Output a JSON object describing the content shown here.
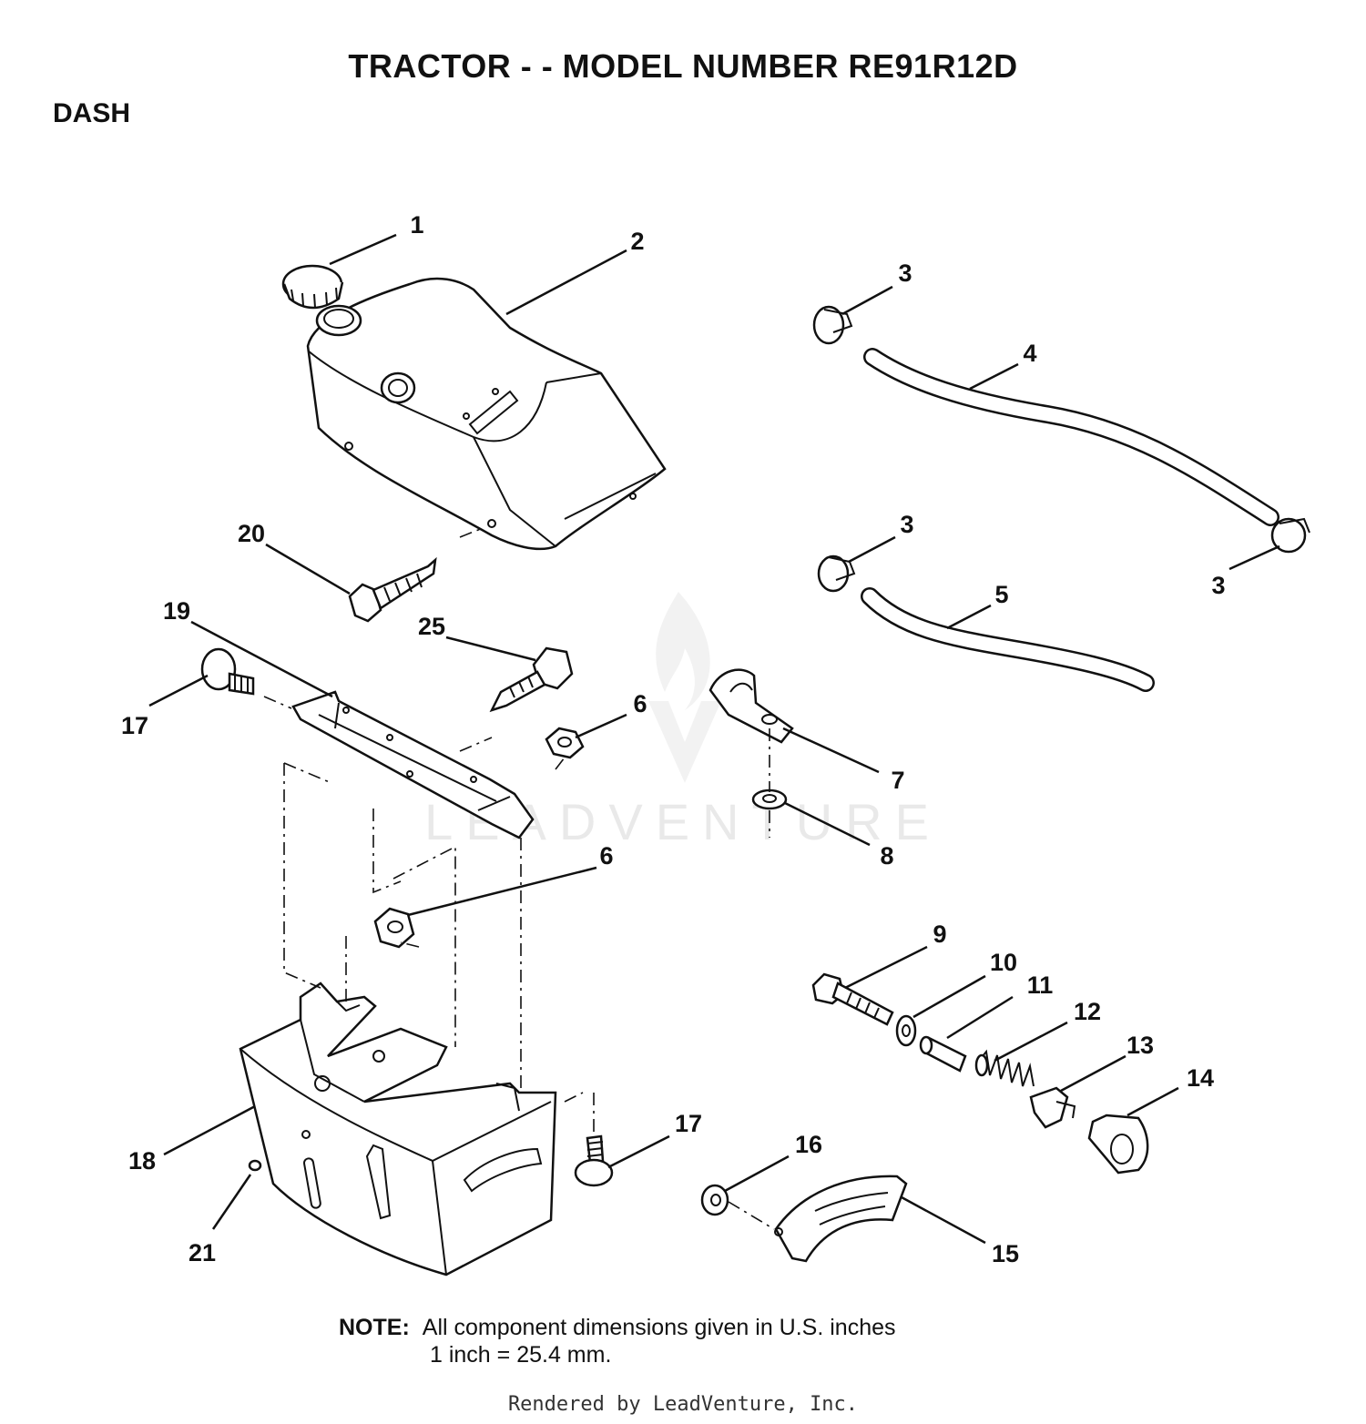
{
  "header": {
    "title": "TRACTOR - - MODEL NUMBER RE91R12D",
    "section": "DASH"
  },
  "watermark": {
    "text": "LEADVENTURE"
  },
  "callouts": [
    {
      "id": "c1",
      "label": "1"
    },
    {
      "id": "c2",
      "label": "2"
    },
    {
      "id": "c3a",
      "label": "3"
    },
    {
      "id": "c4",
      "label": "4"
    },
    {
      "id": "c3b",
      "label": "3"
    },
    {
      "id": "c3c",
      "label": "3"
    },
    {
      "id": "c5",
      "label": "5"
    },
    {
      "id": "c20",
      "label": "20"
    },
    {
      "id": "c19",
      "label": "19"
    },
    {
      "id": "c25",
      "label": "25"
    },
    {
      "id": "c17a",
      "label": "17"
    },
    {
      "id": "c6a",
      "label": "6"
    },
    {
      "id": "c7",
      "label": "7"
    },
    {
      "id": "c8",
      "label": "8"
    },
    {
      "id": "c6b",
      "label": "6"
    },
    {
      "id": "c9",
      "label": "9"
    },
    {
      "id": "c10",
      "label": "10"
    },
    {
      "id": "c11",
      "label": "11"
    },
    {
      "id": "c12",
      "label": "12"
    },
    {
      "id": "c13",
      "label": "13"
    },
    {
      "id": "c14",
      "label": "14"
    },
    {
      "id": "c17b",
      "label": "17"
    },
    {
      "id": "c16",
      "label": "16"
    },
    {
      "id": "c18",
      "label": "18"
    },
    {
      "id": "c15",
      "label": "15"
    },
    {
      "id": "c21",
      "label": "21"
    }
  ],
  "note": {
    "label": "NOTE:",
    "line1": "All component dimensions given in U.S. inches",
    "line2": "1 inch = 25.4 mm."
  },
  "footer": {
    "text": "Rendered by LeadVenture, Inc."
  }
}
